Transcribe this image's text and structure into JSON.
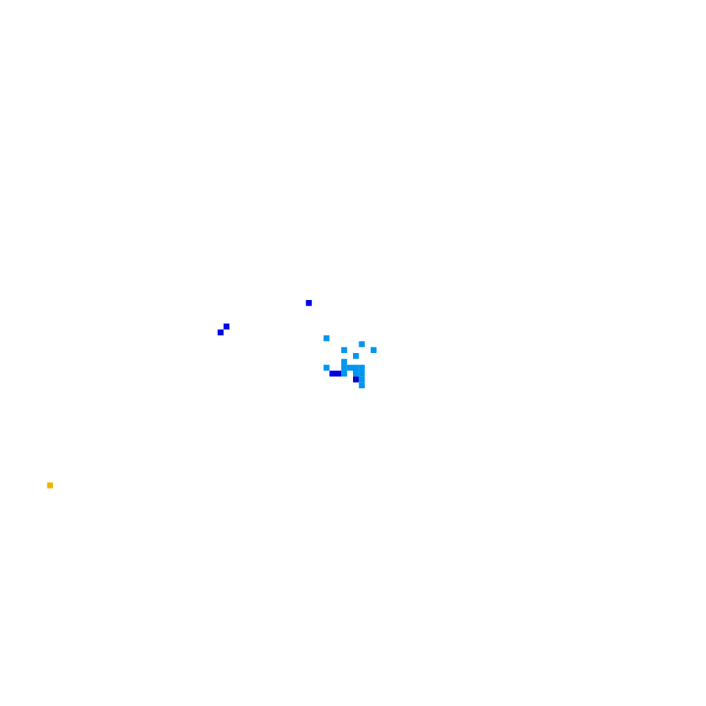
{
  "colors": {
    "background": "#ffffff",
    "blue": "#0000e6",
    "light_blue": "#0096f0",
    "dark_blue": "#1400c8",
    "yellow": "#f0b400"
  },
  "grid": {
    "columns": 120,
    "rows": 120
  },
  "cells": [
    {
      "col": 52,
      "row": 51,
      "color": "blue"
    },
    {
      "col": 38,
      "row": 55,
      "color": "blue"
    },
    {
      "col": 37,
      "row": 56,
      "color": "blue"
    },
    {
      "col": 55,
      "row": 57,
      "color": "light_blue"
    },
    {
      "col": 61,
      "row": 58,
      "color": "light_blue"
    },
    {
      "col": 58,
      "row": 59,
      "color": "light_blue"
    },
    {
      "col": 63,
      "row": 59,
      "color": "light_blue"
    },
    {
      "col": 60,
      "row": 60,
      "color": "light_blue"
    },
    {
      "col": 58,
      "row": 61,
      "color": "light_blue"
    },
    {
      "col": 55,
      "row": 62,
      "color": "light_blue"
    },
    {
      "col": 58,
      "row": 62,
      "color": "light_blue"
    },
    {
      "col": 59,
      "row": 62,
      "color": "light_blue"
    },
    {
      "col": 60,
      "row": 62,
      "color": "light_blue"
    },
    {
      "col": 61,
      "row": 62,
      "color": "light_blue"
    },
    {
      "col": 56,
      "row": 63,
      "color": "blue"
    },
    {
      "col": 57,
      "row": 63,
      "color": "blue"
    },
    {
      "col": 58,
      "row": 63,
      "color": "light_blue"
    },
    {
      "col": 60,
      "row": 63,
      "color": "light_blue"
    },
    {
      "col": 61,
      "row": 63,
      "color": "light_blue"
    },
    {
      "col": 60,
      "row": 64,
      "color": "dark_blue"
    },
    {
      "col": 61,
      "row": 64,
      "color": "light_blue"
    },
    {
      "col": 61,
      "row": 65,
      "color": "light_blue"
    },
    {
      "col": 8,
      "row": 82,
      "color": "yellow"
    }
  ]
}
